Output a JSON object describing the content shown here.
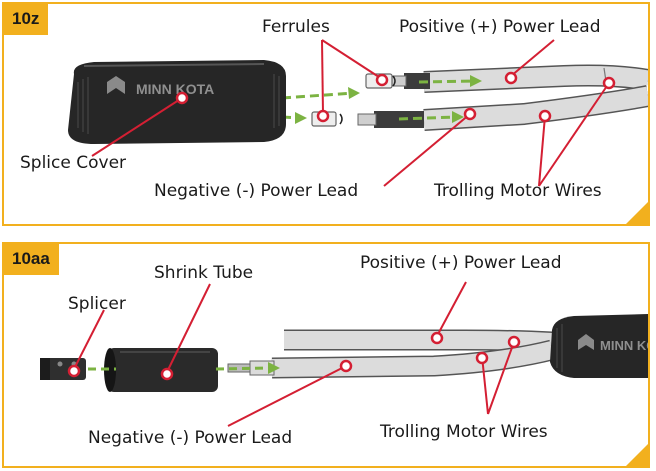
{
  "colors": {
    "border": "#f2b01e",
    "callout": "#d41f33",
    "arrow": "#7cb342",
    "wire": "#d9d9d9",
    "cover": "#2b2b2b"
  },
  "panel_10z": {
    "step": "10z",
    "logo_text": "MINN KOTA",
    "labels": {
      "ferrules": "Ferrules",
      "positive_lead": "Positive (+) Power Lead",
      "splice_cover": "Splice Cover",
      "negative_lead": "Negative (-) Power Lead",
      "trolling_wires": "Trolling Motor Wires"
    }
  },
  "panel_10aa": {
    "step": "10aa",
    "logo_text": "MINN KOTA",
    "labels": {
      "shrink_tube": "Shrink Tube",
      "positive_lead": "Positive (+) Power Lead",
      "splicer": "Splicer",
      "negative_lead": "Negative (-) Power Lead",
      "trolling_wires": "Trolling Motor Wires"
    }
  }
}
